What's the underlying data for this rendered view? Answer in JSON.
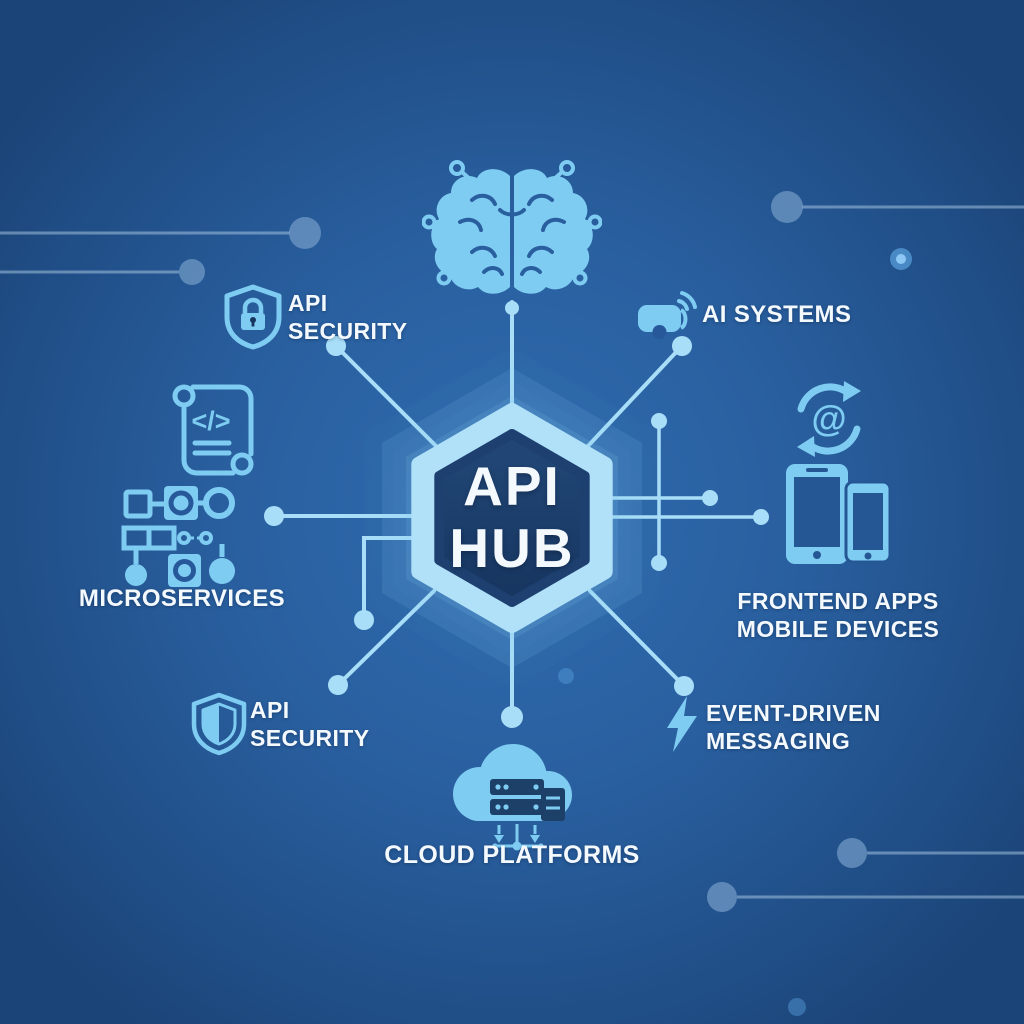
{
  "colors": {
    "bg_center": "#2f6cb0",
    "bg_mid": "#27599a",
    "bg_edge": "#1b4478",
    "icon_blue": "#7fccf2",
    "line_blue": "#a9def8",
    "hex_border": "#b0e1f8",
    "hex_glow": "#88cdf2",
    "hex_fill_top": "#224878",
    "hex_fill_bottom": "#16355f",
    "text_white": "#f4f9fe",
    "corner_line": "#bcd9ef",
    "corner_dot": "#7ba3cd"
  },
  "hub": {
    "line1": "API",
    "line2": "HUB"
  },
  "nodes": {
    "ai_brain": {
      "icon": "brain-circuit-icon"
    },
    "api_security_top": {
      "icon": "shield-lock-icon",
      "line1": "API",
      "line2": "SECURITY"
    },
    "ai_systems": {
      "icon": "vr-headset-icon",
      "label": "AI SYSTEMS"
    },
    "code_scroll": {
      "icon": "code-scroll-icon"
    },
    "microservices": {
      "icon": "microservices-icon",
      "label": "MICROSERVICES"
    },
    "data_sync": {
      "icon": "sync-at-icon"
    },
    "frontend_apps": {
      "icon": "mobile-devices-icon",
      "line1": "FRONTEND APPS",
      "line2": "MOBILE DEVICES"
    },
    "api_security_bottom": {
      "icon": "shield-icon",
      "line1": "API",
      "line2": "SECURITY"
    },
    "event_messaging": {
      "icon": "lightning-icon",
      "line1": "EVENT-DRIVEN",
      "line2": "MESSAGING"
    },
    "cloud_platforms": {
      "icon": "cloud-servers-icon",
      "label": "CLOUD PLATFORMS"
    }
  }
}
